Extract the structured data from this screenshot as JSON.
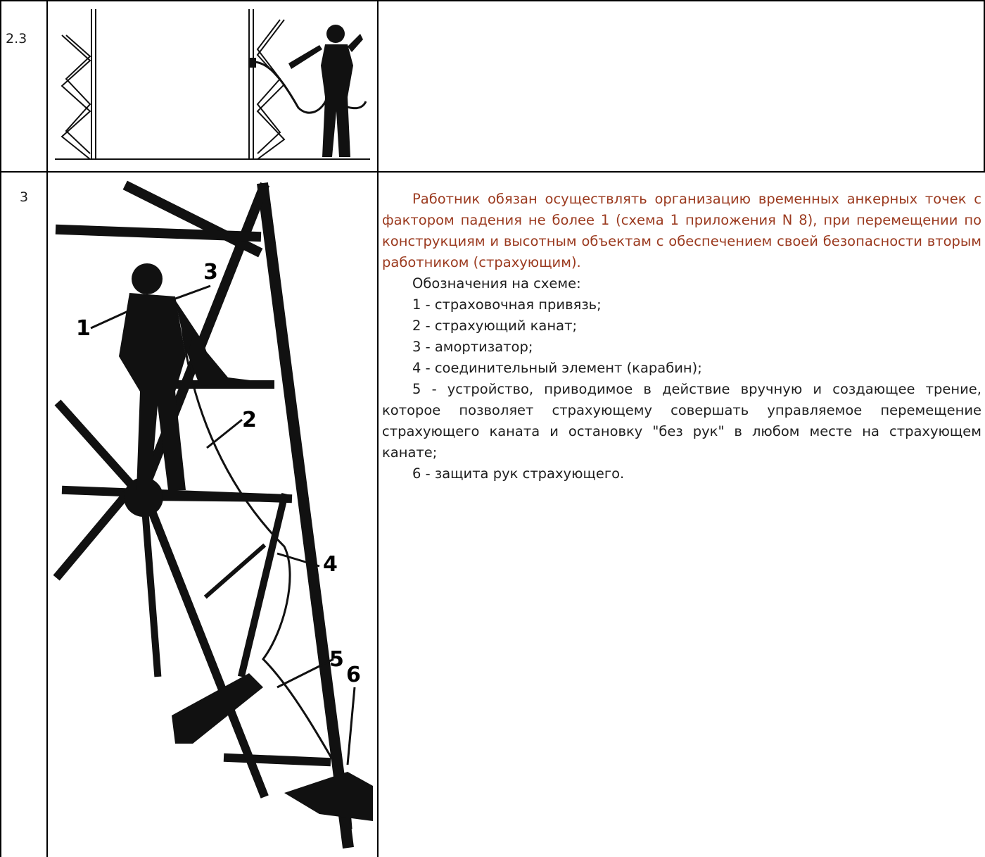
{
  "rows": [
    {
      "number": "2.3"
    },
    {
      "number": "3"
    }
  ],
  "content": {
    "main_paragraph": "Работник обязан осуществлять организацию временных анкерных точек с фактором падения не более 1 (схема 1 приложения N 8), при перемещении по конструкциям и высотным объектам с обеспечением своей безопасности вторым работником (страхующим).",
    "legend_title": "Обозначения на схеме:",
    "legend_items": [
      "1 - страховочная привязь;",
      "2 - страхующий канат;",
      "3 - амортизатор;",
      "4 - соединительный элемент (карабин);",
      "5 - устройство, приводимое в действие вручную и создающее трение, которое позволяет страхующему совершать управляемое перемещение страхующего каната и остановку \"без рук\" в любом месте на страхующем канате;",
      "6 - защита рук страхующего."
    ],
    "figure_labels": [
      "1",
      "2",
      "3",
      "4",
      "5",
      "6"
    ]
  },
  "colors": {
    "accent_text": "#9b3a1f",
    "body_text": "#1e1e1e",
    "rule": "#000000"
  },
  "icons": {
    "figure_23": "worker-with-lanyard-illustration",
    "figure_3": "worker-climbing-tower-illustration"
  }
}
